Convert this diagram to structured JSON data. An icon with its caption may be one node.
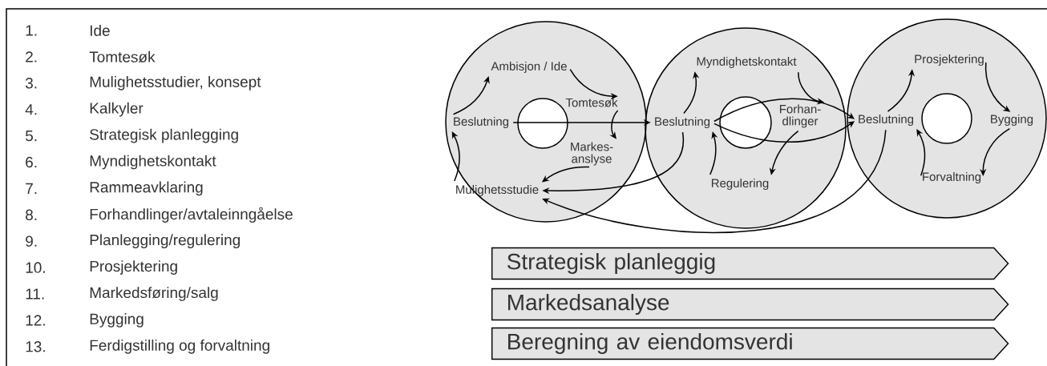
{
  "diagram": {
    "nodes": [
      {
        "text": [],
        "shape": "circle"
      },
      {
        "text": [
          "Ambisjon / Ide"
        ],
        "in": 0
      },
      {
        "text": [
          "Tomtesøk"
        ],
        "in": 0
      },
      {
        "text": [
          "Markes- anslyse"
        ],
        "in": 0
      },
      {
        "text": [
          "Mulighetsstudie"
        ],
        "in": 0
      },
      {
        "text": [
          "Beslutning"
        ],
        "in": 0
      },
      {
        "text": [],
        "shape": "circle"
      },
      {
        "text": [
          "Myndighetskontakt"
        ],
        "in": 6
      },
      {
        "text": [
          "Forhan- dlinger"
        ],
        "in": 6
      },
      {
        "text": [
          "Regulering"
        ],
        "in": 6
      },
      {
        "text": [
          "Beslutning"
        ],
        "in": 6
      },
      {
        "text": [],
        "shape": "circle"
      },
      {
        "text": [
          "Prosjektering"
        ],
        "in": 11
      },
      {
        "text": [
          "Bygging"
        ],
        "in": 11
      },
      {
        "text": [
          "Forvaltning"
        ],
        "in": 11
      },
      {
        "text": [
          "Beslutning"
        ],
        "in": 11
      },
      {
        "text": [
          "Strategisk planleggig"
        ]
      },
      {
        "text": [
          "Markedsanalyse"
        ]
      },
      {
        "text": [
          "Beregning av eiendomsverdi"
        ]
      }
    ],
    "edges": [
      {
        "from": 5,
        "to": 1,
        "arrow": "to"
      },
      {
        "from": 1,
        "to": 2,
        "arrow": "to"
      },
      {
        "from": 2,
        "to": 3,
        "arrow": "to"
      },
      {
        "from": 3,
        "to": 4,
        "arrow": "to"
      },
      {
        "from": 4,
        "to": 5,
        "arrow": "to"
      },
      {
        "from": 5,
        "to": 10,
        "arrow": "to"
      },
      {
        "from": 10,
        "to": 7,
        "arrow": "to"
      },
      {
        "from": 7,
        "to": 8,
        "arrow": "to"
      },
      {
        "from": 8,
        "to": 9,
        "arrow": "to"
      },
      {
        "from": 9,
        "to": 10,
        "arrow": "to"
      },
      {
        "from": 10,
        "to": 15,
        "arrow": "to"
      },
      {
        "from": 10,
        "to": 15,
        "arrow": "to"
      },
      {
        "from": 10,
        "to": 4,
        "arrow": "to"
      },
      {
        "from": 15,
        "to": 4,
        "arrow": "to"
      },
      {
        "from": 15,
        "to": 12,
        "arrow": "to"
      },
      {
        "from": 12,
        "to": 13,
        "arrow": "to"
      },
      {
        "from": 13,
        "to": 14,
        "arrow": "to"
      },
      {
        "from": 14,
        "to": 15,
        "arrow": "to"
      }
    ],
    "labels": [
      "1.",
      "Ide",
      "2.",
      "Tomtesøk",
      "3.",
      "Mulighetsstudier, konsept",
      "4.",
      "Kalkyler",
      "5.",
      "Strategisk planlegging",
      "6.",
      "Myndighetskontakt",
      "7.",
      "Rammeavklaring",
      "8.",
      "Forhandlinger/avtaleinngåelse",
      "9.",
      "Planlegging/regulering",
      "10.",
      "Prosjektering",
      "11.",
      "Markedsføring/salg",
      "12.",
      "Bygging",
      "13.",
      "Ferdigstilling og forvaltning"
    ]
  }
}
